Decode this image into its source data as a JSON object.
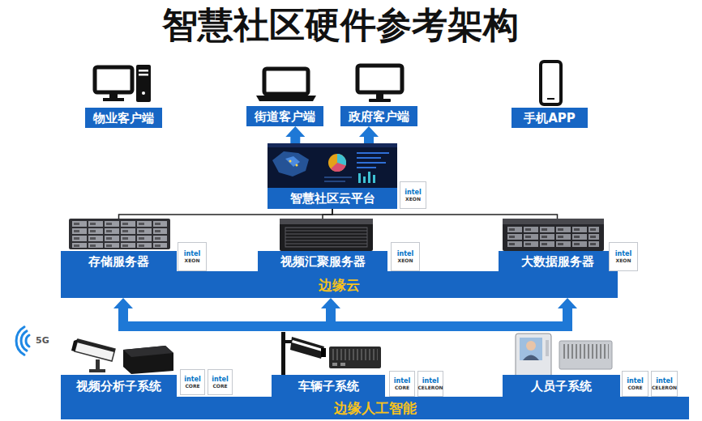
{
  "diagram": {
    "title": "智慧社区硬件参考架构",
    "nodes": [
      {
        "text": [
          "物业客户端"
        ]
      },
      {
        "text": [
          "街道客户端"
        ]
      },
      {
        "text": [
          "政府客户端"
        ]
      },
      {
        "text": [
          "手机APP"
        ]
      },
      {
        "text": [
          "智慧社区云平台"
        ]
      },
      {
        "text": [
          "边缘云"
        ]
      },
      {
        "text": [
          "存储服务器"
        ],
        "in": 5
      },
      {
        "text": [
          "视频汇聚服务器"
        ],
        "in": 5
      },
      {
        "text": [
          "大数据服务器"
        ],
        "in": 5
      },
      {
        "text": [
          "边缘人工智能"
        ]
      },
      {
        "text": [
          "视频分析子系统"
        ],
        "in": 9
      },
      {
        "text": [
          "车辆子系统"
        ],
        "in": 9
      },
      {
        "text": [
          "人员子系统"
        ],
        "in": 9
      }
    ],
    "edges": [
      {
        "from": 4,
        "to": 1,
        "arrow": "to"
      },
      {
        "from": 4,
        "to": 2,
        "arrow": "to"
      },
      {
        "from": 4,
        "to": 6,
        "arrow": "none"
      },
      {
        "from": 4,
        "to": 7,
        "arrow": "none"
      },
      {
        "from": 4,
        "to": 8,
        "arrow": "none"
      },
      {
        "from": 9,
        "to": 5,
        "arrow": "to"
      }
    ],
    "labels": [
      "5G",
      "intel",
      "XEON",
      "intel",
      "XEON",
      "intel",
      "XEON",
      "intel",
      "XEON",
      "intel",
      "CORE",
      "intel",
      "CORE",
      "intel",
      "CORE",
      "intel",
      "CELERON",
      "intel",
      "CORE",
      "intel",
      "CELERON"
    ]
  }
}
